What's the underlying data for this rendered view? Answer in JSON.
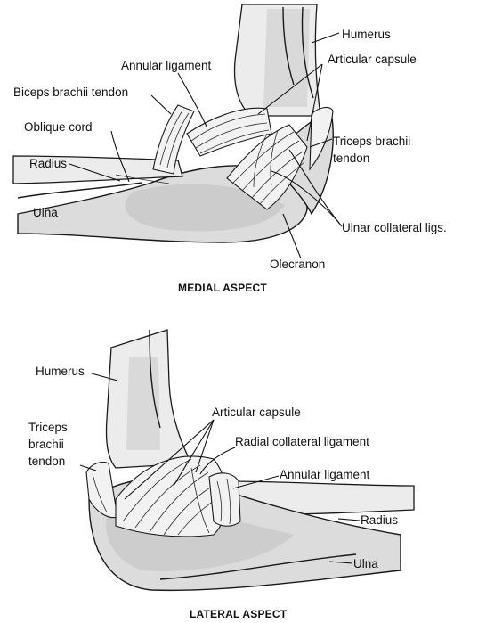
{
  "medial": {
    "caption": "MEDIAL ASPECT",
    "labels": {
      "humerus": "Humerus",
      "annular_ligament": "Annular ligament",
      "articular_capsule": "Articular capsule",
      "biceps_tendon": "Biceps brachii tendon",
      "oblique_cord": "Oblique cord",
      "triceps_line1": "Triceps brachii",
      "triceps_line2": "tendon",
      "radius": "Radius",
      "ulna": "Ulna",
      "ulnar_collateral": "Ulnar collateral ligs.",
      "olecranon": "Olecranon"
    }
  },
  "lateral": {
    "caption": "LATERAL ASPECT",
    "labels": {
      "humerus": "Humerus",
      "triceps_line1": "Triceps",
      "triceps_line2": "brachii",
      "triceps_line3": "tendon",
      "articular_capsule": "Articular capsule",
      "radial_collateral": "Radial collateral ligament",
      "annular_ligament": "Annular ligament",
      "radius": "Radius",
      "ulna": "Ulna"
    }
  }
}
